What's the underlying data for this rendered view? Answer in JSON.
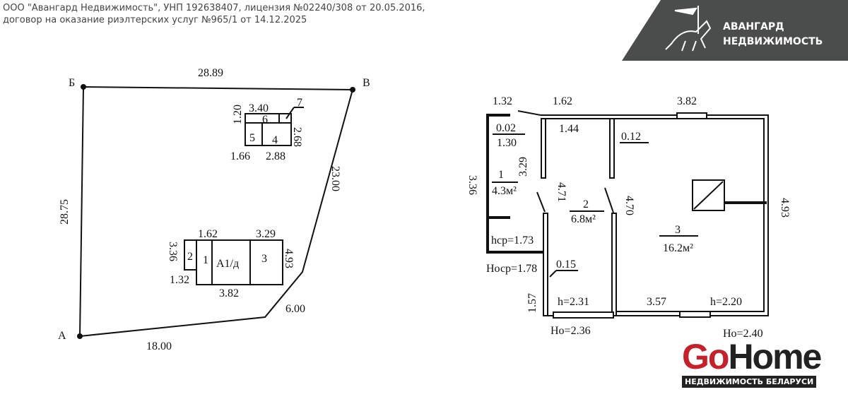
{
  "header": {
    "line1": "ООО \"Авангард Недвижимость\", УНП 192638407, лицензия №02240/308 от 20.05.2016,",
    "line2": "договор на оказание риэлтерских услуг №965/1 от 14.12.2025"
  },
  "brand": {
    "line1": "АВАНГАРД",
    "line2": "НЕДВИЖИМОСТЬ",
    "color": "#4a4d4c"
  },
  "gohome": {
    "go": "Go",
    "home": "Home",
    "sub": "НЕДВИЖИМОСТЬ БЕЛАРУСИ"
  },
  "site_plan": {
    "points": {
      "a": "А",
      "b": "Б",
      "v": "В"
    },
    "edges": {
      "top": "28.89",
      "left": "28.75",
      "right": "23.00",
      "corner": "6.00",
      "bottom": "18.00"
    },
    "outbuilding": {
      "top": "3.40",
      "left": "1.20",
      "right": "2.68",
      "bottom1": "1.66",
      "bottom2": "2.88",
      "rooms": [
        "5",
        "4",
        "6",
        "7"
      ]
    },
    "house": {
      "top1": "1.62",
      "top2": "3.29",
      "left": "3.36",
      "right": "4.93",
      "bottom_left": "1.32",
      "bottom": "3.82",
      "rooms": [
        "2",
        "1",
        "А1/д",
        "3"
      ]
    }
  },
  "floor_plan": {
    "dims": {
      "d132": "1.32",
      "d162": "1.62",
      "d382": "3.82",
      "d002": "0.02",
      "d130": "1.30",
      "d144": "1.44",
      "d012": "0.12",
      "d329": "3.29",
      "d336": "3.36",
      "d471": "4.71",
      "d470": "4.70",
      "d493": "4.93",
      "d015": "0.15",
      "d157": "1.57",
      "d357": "3.57"
    },
    "rooms": [
      {
        "num": "1",
        "area": "4.3м²"
      },
      {
        "num": "2",
        "area": "6.8м²"
      },
      {
        "num": "3",
        "area": "16.2м²"
      }
    ],
    "heights": {
      "hsr": "hср=1.73",
      "Hosr": "Hоср=1.78",
      "h231": "h=2.31",
      "h220": "h=2.20",
      "Ho236": "Hо=2.36",
      "Ho240": "Hо=2.40"
    }
  }
}
